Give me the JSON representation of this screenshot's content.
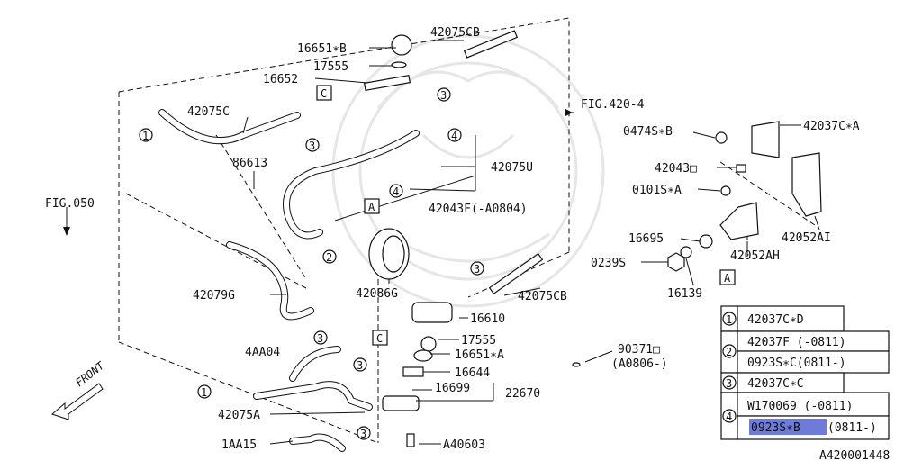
{
  "part_labels": {
    "p16651B": "16651∗B",
    "p42075CB_top": "42075CB",
    "p17555_top": "17555",
    "p16652": "16652",
    "p42075C": "42075C",
    "p86613": "86613",
    "p42075U": "42075U",
    "p42043F": "42043F(-A0804)",
    "fig050": "FIG.050",
    "fig420": "FIG.420-4",
    "p42079G": "42079G",
    "p42086G": "42086G",
    "p42075CB_mid": "42075CB",
    "p16610": "16610",
    "p17555_mid": "17555",
    "p16651A": "16651∗A",
    "p16644": "16644",
    "p16699": "16699",
    "p22670": "22670",
    "p4AA04": "4AA04",
    "p42075A": "42075A",
    "p1AA15": "1AA15",
    "pA40603": "A40603",
    "p90371": "90371□",
    "p90371_range": "(A0806-)",
    "p0474S": "0474S∗B",
    "p42037CA": "42037C∗A",
    "p42043D": "42043□",
    "p0101S": "0101S∗A",
    "p16695": "16695",
    "p0239S": "0239S",
    "p16139": "16139",
    "p42052AH": "42052AH",
    "p42052AI": "42052AI",
    "front": "FRONT",
    "ref_A": "A",
    "ref_C": "C",
    "callout_1": "1",
    "callout_2": "2",
    "callout_3": "3",
    "callout_4": "4"
  },
  "legend": {
    "rows": [
      {
        "num": "1",
        "entries": [
          "42037C∗D"
        ]
      },
      {
        "num": "2",
        "entries": [
          "42037F (-0811)",
          "0923S∗C(0811-)"
        ]
      },
      {
        "num": "3",
        "entries": [
          "42037C∗C"
        ]
      },
      {
        "num": "4",
        "entries": [
          "W170069 (-0811)",
          "0923S∗B(0811-)"
        ]
      }
    ],
    "highlighted_entry": "0923S∗B",
    "highlighted_suffix": "(0811-)",
    "highlight_color": "#6f7bd9"
  },
  "footer": {
    "diagram_id": "A420001448"
  }
}
